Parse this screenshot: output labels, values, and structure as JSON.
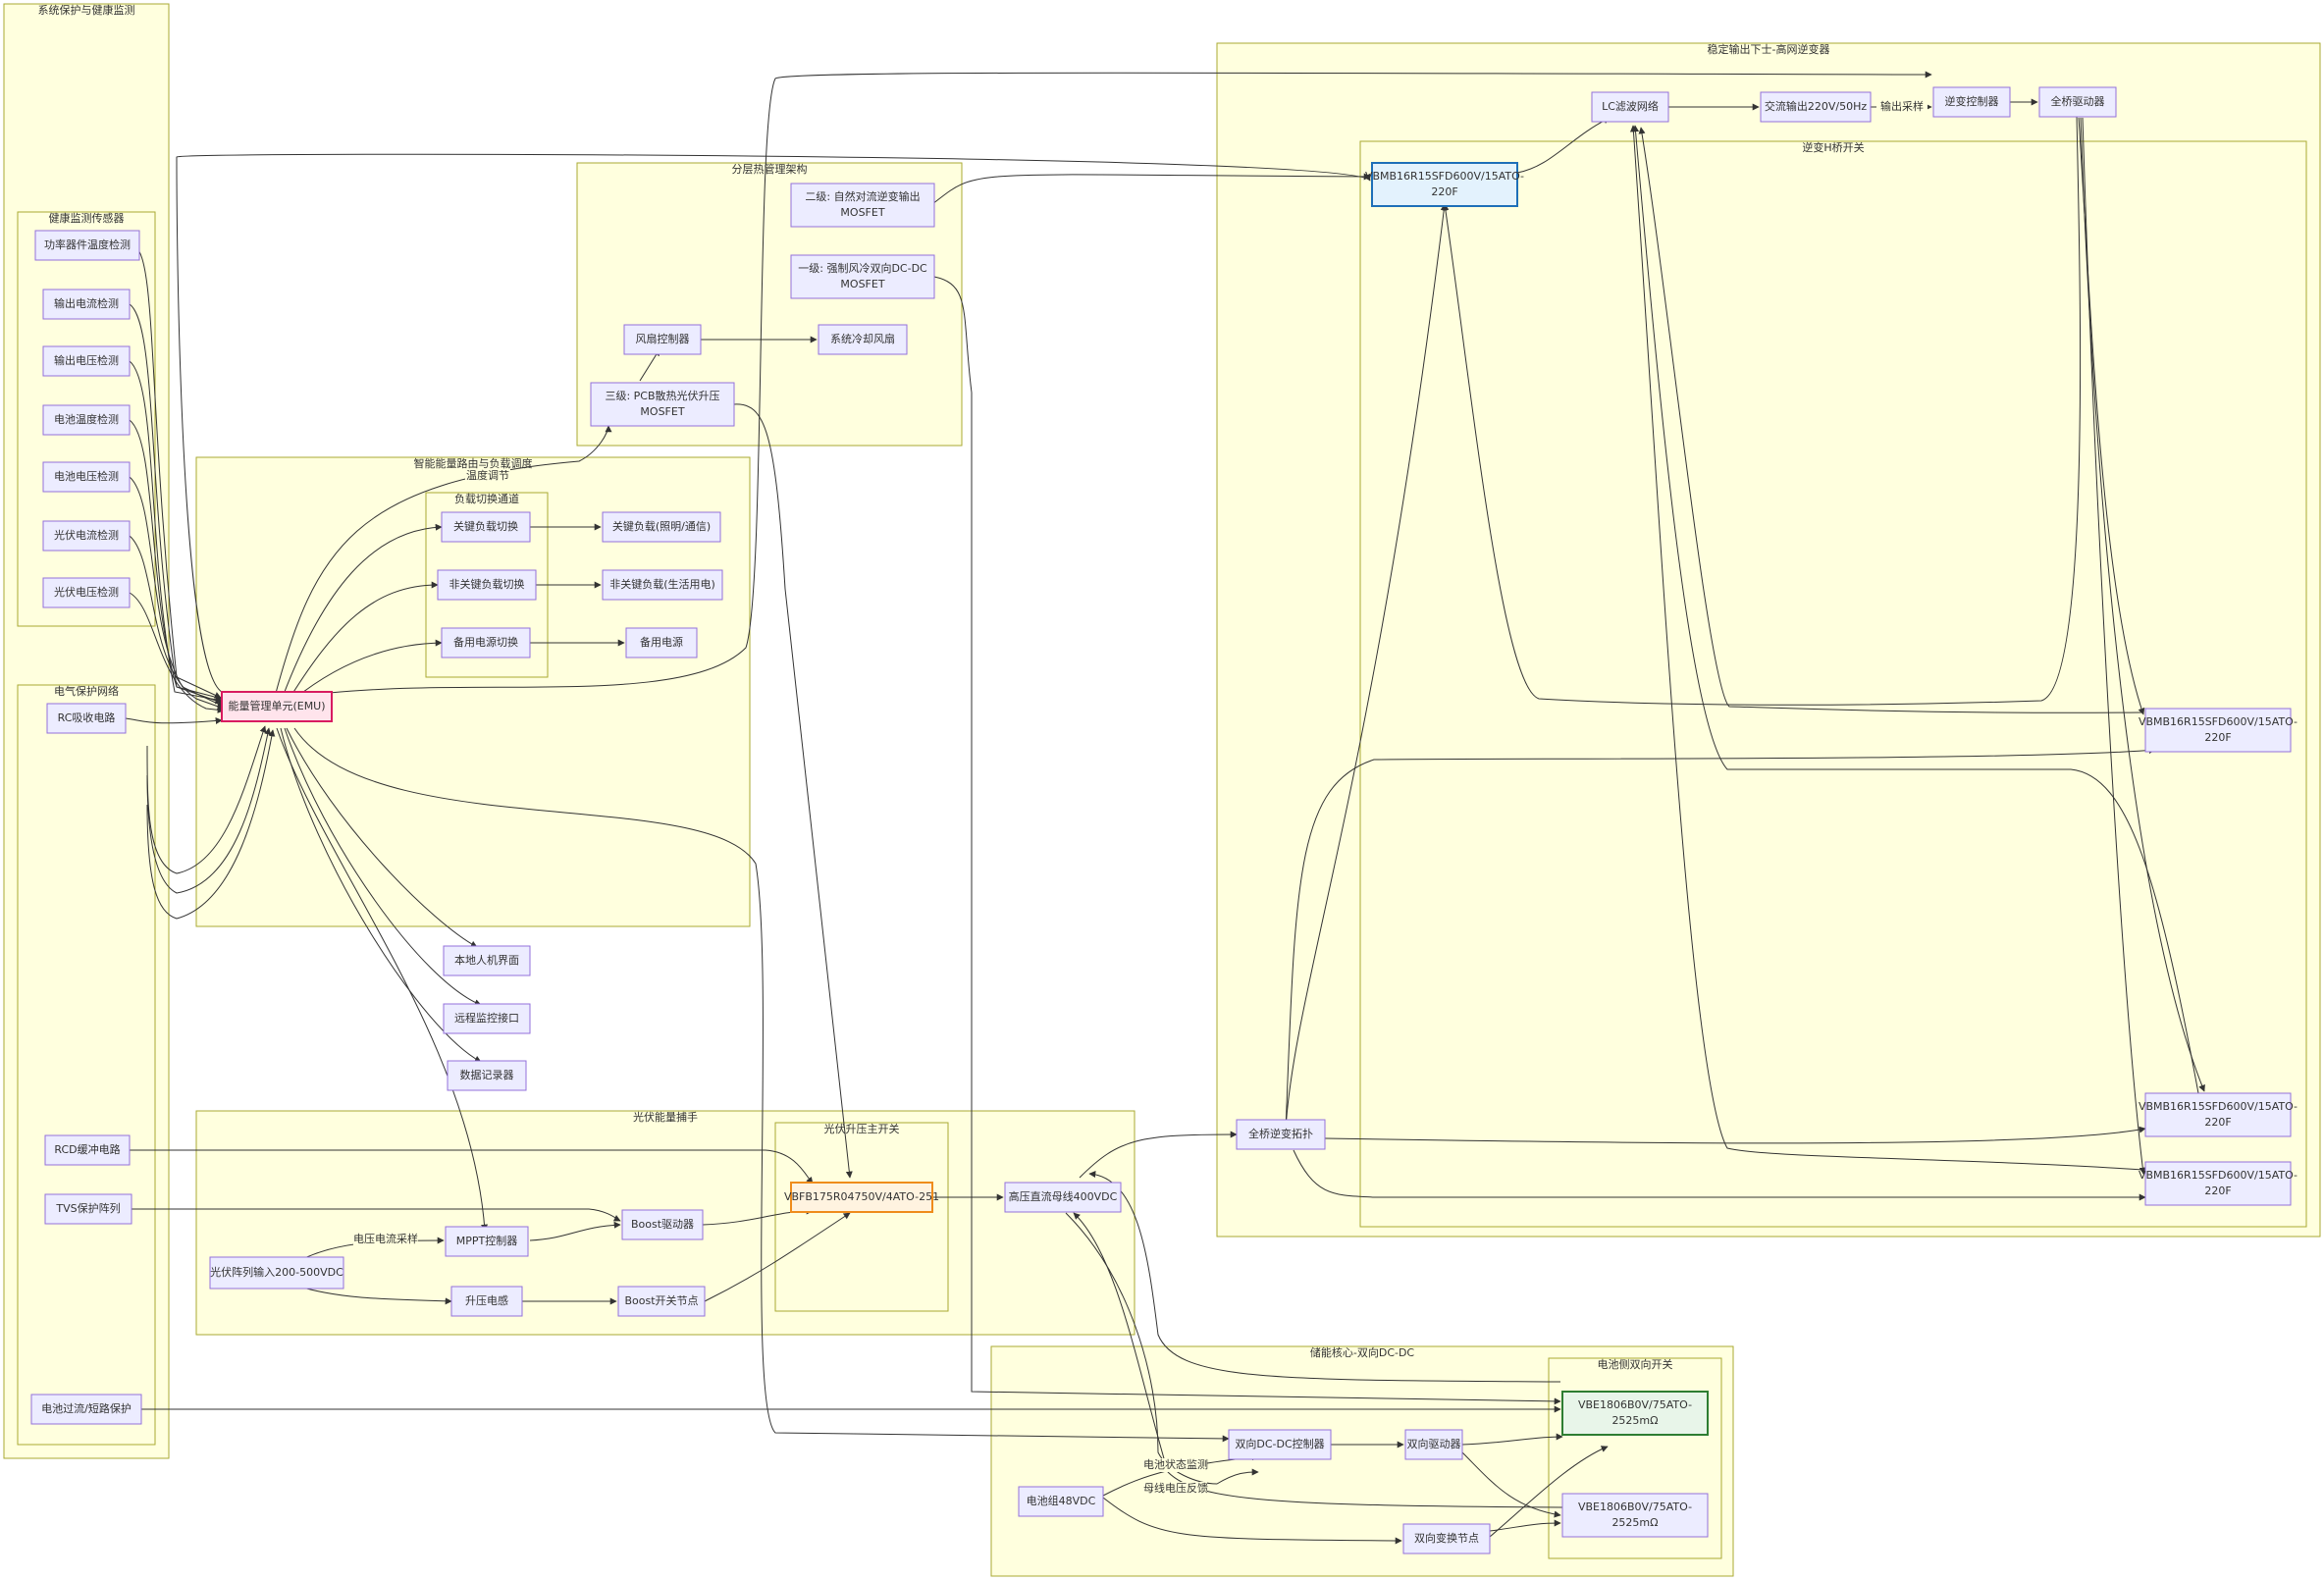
{
  "groups": {
    "sys": "系统保护与健康监测",
    "health": "健康监测传感器",
    "elec": "电气保护网络",
    "emu": "智能能量路由与负载调度",
    "load": "负载切换通道",
    "therm": "分层热管理架构",
    "inv": "稳定输出下士-高网逆变器",
    "hbridge": "逆变H桥开关",
    "pv": "光伏能量捕手",
    "pvsw": "光伏升压主开关",
    "stor": "储能核心-双向DC-DC",
    "batsw": "电池侧双向开关"
  },
  "nodes": {
    "temp_pwr": "功率器件温度检测",
    "out_cur": "输出电流检测",
    "out_volt": "输出电压检测",
    "bat_temp": "电池温度检测",
    "bat_volt": "电池电压检测",
    "pv_cur": "光伏电流检测",
    "pv_volt": "光伏电压检测",
    "rc": "RC吸收电路",
    "rcd": "RCD缓冲电路",
    "tvs": "TVS保护阵列",
    "bat_prot": "电池过流/短路保护",
    "emu": "能量管理单元(EMU)",
    "crit_sw": "关键负载切换",
    "noncrit_sw": "非关键负载切换",
    "backup_sw": "备用电源切换",
    "crit_load": "关键负载(照明/通信)",
    "noncrit_load": "非关键负载(生活用电)",
    "backup": "备用电源",
    "hmi": "本地人机界面",
    "remote": "远程监控接口",
    "logger": "数据记录器",
    "fan_ctrl": "风扇控制器",
    "fan": "系统冷却风扇",
    "lvl1": [
      "一级: 强制风冷双向DC-DC",
      "MOSFET"
    ],
    "lvl2": [
      "二级: 自然对流逆变输出",
      "MOSFET"
    ],
    "lvl3": [
      "三级: PCB散热光伏升压",
      "MOSFET"
    ],
    "lc": "LC滤波网络",
    "ac_out": "交流输出220V/50Hz",
    "inv_ctrl": "逆变控制器",
    "fb_drv": "全桥驱动器",
    "q1": [
      "VBMB16R15SFD600V/15ATO-",
      "220F"
    ],
    "q2": [
      "VBMB16R15SFD600V/15ATO-",
      "220F"
    ],
    "q3": [
      "VBMB16R15SFD600V/15ATO-",
      "220F"
    ],
    "q4": [
      "VBMB16R15SFD600V/15ATO-",
      "220F"
    ],
    "fb_topo": "全桥逆变拓扑",
    "pv_array": "光伏阵列输入200-500VDC",
    "mppt": "MPPT控制器",
    "boost_drv": "Boost驱动器",
    "boost_l": "升压电感",
    "boost_node": "Boost开关节点",
    "pv_mos": "VBFB175R04750V/4ATO-251",
    "hv_bus": "高压直流母线400VDC",
    "bat": "电池组48VDC",
    "bidir_ctrl": "双向DC-DC控制器",
    "bidir_drv": "双向驱动器",
    "bidir_node": "双向变换节点",
    "bat_q1": [
      "VBE1806B0V/75ATO-",
      "2525mΩ"
    ],
    "bat_q2": [
      "VBE1806B0V/75ATO-",
      "2525mΩ"
    ]
  },
  "edge_labels": {
    "pv_sense": "电压电流采样",
    "out_sample": "输出采样",
    "temp_reg": "温度调节",
    "bat_state": "电池状态监测",
    "bus_fb": "母线电压反馈"
  }
}
